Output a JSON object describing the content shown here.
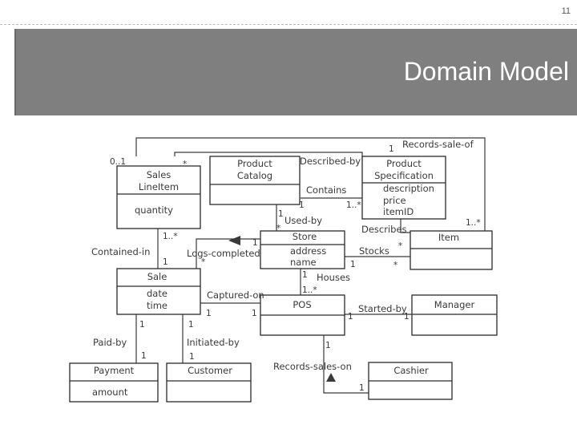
{
  "slide": {
    "page_number": "11",
    "title": "Domain Model"
  },
  "classes": {
    "sales_line_item": {
      "name_line1": "Sales",
      "name_line2": "LineItem",
      "attributes": [
        "quantity"
      ]
    },
    "product_catalog": {
      "name_line1": "Product",
      "name_line2": "Catalog",
      "attributes": []
    },
    "product_specification": {
      "name_line1": "Product",
      "name_line2": "Specification",
      "attributes": [
        "description",
        "price",
        "itemID"
      ]
    },
    "store": {
      "name": "Store",
      "attributes": [
        "address",
        "name"
      ]
    },
    "item": {
      "name": "Item",
      "attributes": []
    },
    "sale": {
      "name": "Sale",
      "attributes": [
        "date",
        "time"
      ]
    },
    "pos": {
      "name": "POS",
      "attributes": []
    },
    "manager": {
      "name": "Manager",
      "attributes": []
    },
    "payment": {
      "name": "Payment",
      "attributes": [
        "amount"
      ]
    },
    "customer": {
      "name": "Customer",
      "attributes": []
    },
    "cashier": {
      "name": "Cashier",
      "attributes": []
    }
  },
  "associations": {
    "records_sale_of": "Records-sale-of",
    "described_by": "Described-by",
    "contains": "Contains",
    "used_by": "Used-by",
    "describes": "Describes",
    "contained_in": "Contained-in",
    "logs_completed": "Logs-completed",
    "stocks": "Stocks",
    "houses": "Houses",
    "captured_on": "Captured-on",
    "started_by": "Started-by",
    "paid_by": "Paid-by",
    "initiated_by": "Initiated-by",
    "records_sales_on": "Records-sales-on"
  },
  "multiplicities": {
    "sli_records_sale_of": "0..1",
    "spec_records_sale_of": "1",
    "sli_described_by": "*",
    "catalog_contains_one": "1",
    "catalog_contains_many": "1..*",
    "store_used_by_one": "1",
    "store_used_by_many": "*",
    "item_records_sale": "1..*",
    "describes_star": "*",
    "sli_contained_in_many": "1..*",
    "sale_contained_in_one": "1",
    "store_logs_completed": "1",
    "sale_logs_completed": "*",
    "store_stocks": "1",
    "item_stocks": "*",
    "store_houses_one": "1",
    "pos_houses_many": "1..*",
    "sale_captured_on": "1",
    "pos_captured_on": "1",
    "pos_started_by": "1",
    "manager_started_by": "1",
    "sale_paid_by": "1",
    "payment_paid_by": "1",
    "sale_initiated_by": "1",
    "customer_initiated_by": "1",
    "pos_records_sales_on": "1",
    "cashier_records_sales_on": "1"
  }
}
